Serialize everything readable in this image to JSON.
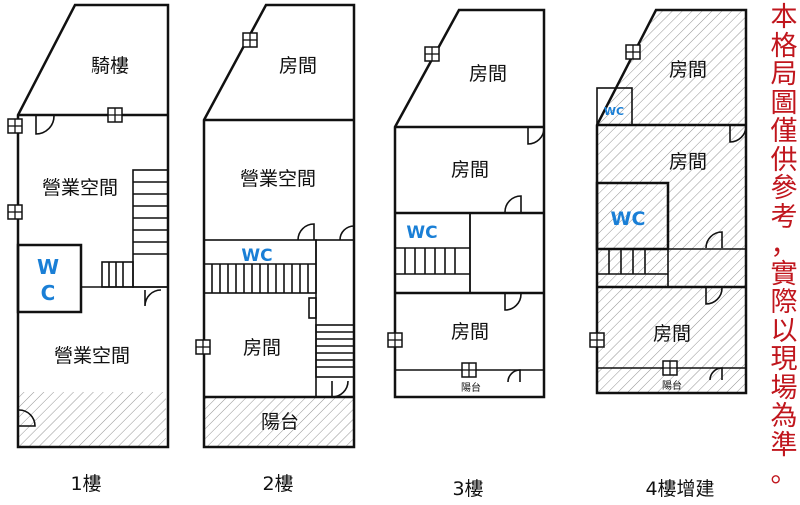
{
  "colors": {
    "line": "#111111",
    "wc_text": "#1a7fd6",
    "notice_text": "#c0161d",
    "hatch": "#888888"
  },
  "floors": [
    {
      "label": "1樓",
      "rooms": [
        "騎樓",
        "營業空間",
        "營業空間"
      ],
      "wc": [
        "W",
        "C"
      ]
    },
    {
      "label": "2樓",
      "rooms": [
        "房間",
        "營業空間",
        "房間"
      ],
      "wc": [
        "WC"
      ],
      "balcony": "陽台"
    },
    {
      "label": "3樓",
      "rooms": [
        "房間",
        "房間",
        "房間"
      ],
      "wc": [
        "WC"
      ],
      "balcony": "陽台"
    },
    {
      "label": "4樓增建",
      "rooms": [
        "房間",
        "房間",
        "房間"
      ],
      "wc": [
        "WC",
        "WC"
      ],
      "balcony": "陽台"
    }
  ],
  "notice": "本格局圖僅供參考，實際以現場為準。"
}
